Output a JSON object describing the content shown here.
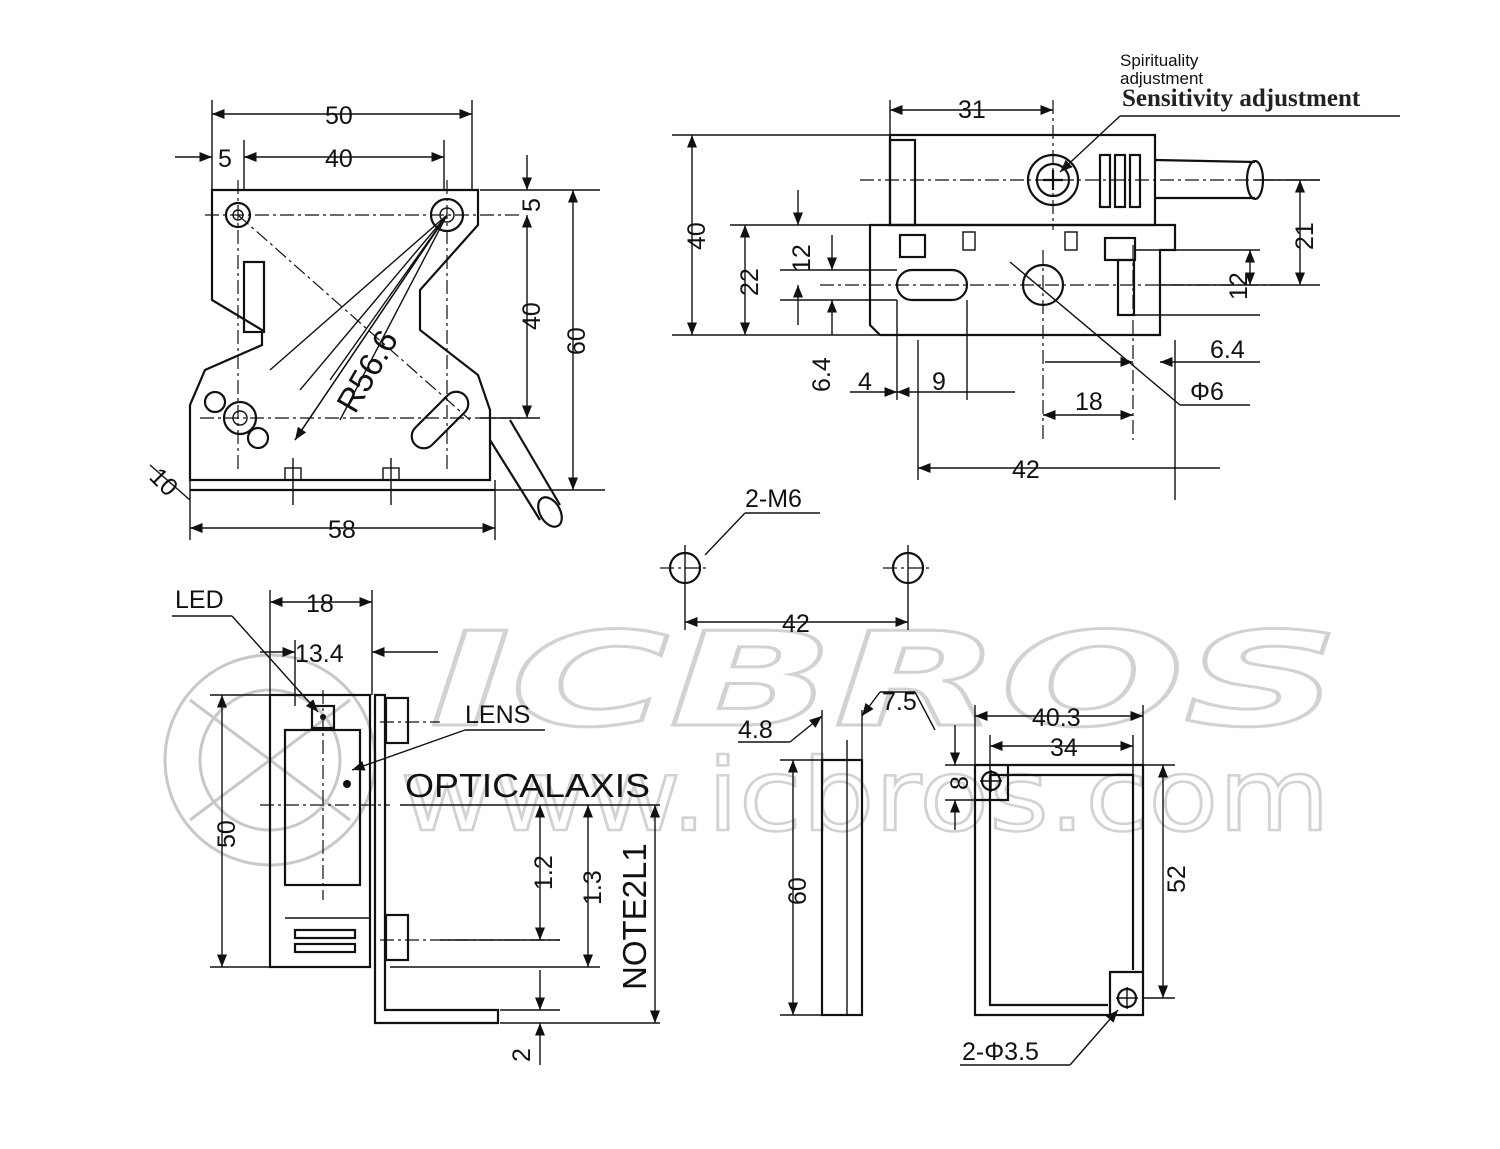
{
  "watermark": {
    "brand": "ICBROS",
    "url": "www.icbros.com"
  },
  "labels": {
    "spirituality_line1": "Spirituality",
    "spirituality_line2": "adjustment",
    "sensitivity": "Sensitivity adjustment",
    "led": "LED",
    "lens": "LENS",
    "optical_axis": "OPTICALAXIS",
    "note": "NOTE2L1",
    "m6": "2-M6",
    "phi35": "2-Φ3.5",
    "phi6": "Φ6"
  },
  "dims": {
    "d50_top": "50",
    "d5_left": "5",
    "d40_top": "40",
    "d5_right": "5",
    "d40_right": "40",
    "d60_right": "60",
    "r566": "R56.6",
    "d10": "10",
    "d58": "58",
    "d31": "31",
    "d40_side": "40",
    "d22": "22",
    "d12_a": "12",
    "d21": "21",
    "d12_b": "12",
    "d64_a": "6.4",
    "d4": "4",
    "d9": "9",
    "d64_b": "6.4",
    "d18": "18",
    "d42": "42",
    "d42_holes": "42",
    "d18_bottom": "18",
    "d134": "13.4",
    "d50_left": "50",
    "d12_c": "1.2",
    "d13": "1.3",
    "d2": "2",
    "d48": "4.8",
    "d75": "7.5",
    "d60_side": "60",
    "d403": "40.3",
    "d34": "34",
    "d8": "8",
    "d52": "52"
  },
  "icons": [
    "mounting-hole-icon",
    "adjustment-knob-icon",
    "cable-icon",
    "bolt-icon",
    "led-indicator-icon"
  ]
}
